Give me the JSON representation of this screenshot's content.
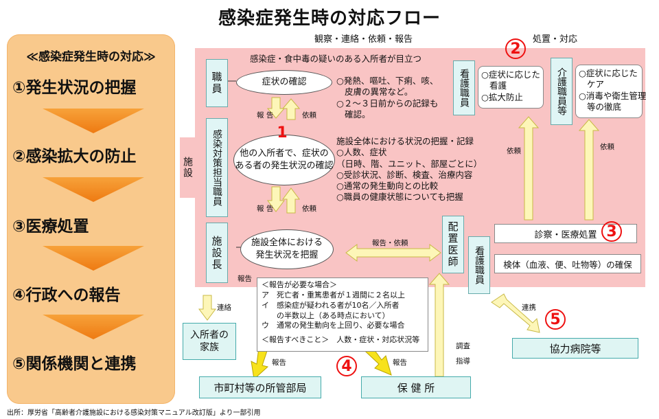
{
  "title": "感染症発生時の対応フロー",
  "side_panel": {
    "heading": "≪感染症発生時の対応≫",
    "steps": [
      "①発生状況の把握",
      "②感染拡大の防止",
      "③医療処置",
      "④行政への報告",
      "⑤関係機関と連携"
    ]
  },
  "headers": {
    "observe": "観察・連絡・依頼・報告",
    "treat": "処置・対応"
  },
  "facility_label": "施設",
  "roles": {
    "staff": "職員",
    "infection_officer": "感染対策担当職員",
    "director": "施設長",
    "nurse": "看護職員",
    "care_worker": "介護職員等",
    "doctor": "配置医師",
    "nurse2": "看護職員"
  },
  "flow": {
    "suspect_top": "感染症・食中毒の疑いのある入所者が目立つ",
    "confirm_symptoms": "症状の確認",
    "symptoms_notes": [
      "○発熱、嘔吐、下痢、咳、",
      "皮膚の異常など。",
      "○２～３日前からの記録も",
      "確認。"
    ],
    "others_check": [
      "他の入所者で、症状の",
      "ある者の発生状況の確認"
    ],
    "facility_wide_title": "施設全体における状況の把握・記録",
    "facility_wide_items": [
      "○人数、症状",
      "（日時、階、ユニット、部屋ごとに）",
      "○受診状況、診断、検査、治療内容",
      "○通常の発生動向との比較",
      "○職員の健康状態についても把握"
    ],
    "grasp_all": [
      "施設全体における",
      "発生状況を把握"
    ],
    "nurse_actions": [
      "○症状に応じた",
      "看護",
      "○拡大防止"
    ],
    "care_actions": [
      "○症状に応じた",
      "ケア",
      "○消毒や衛生管理",
      "等の徹底"
    ],
    "diagnosis": "診察・医療処置",
    "specimen": "検体（血液、便、吐物等）の確保"
  },
  "conditions": {
    "heading": "＜報告が必要な場合＞",
    "items": [
      "ア　死亡者・重篤患者が１週間に２名以上",
      "イ　感染症が疑われる者が10名／入所者",
      "の半数以上（ある時点において）",
      "ウ　通常の発生動向を上回り、必要な場合"
    ],
    "should_report": "＜報告すべきこと＞　人数・症状・対応状況等"
  },
  "external": {
    "family": [
      "入所者の",
      "家族"
    ],
    "municipality": "市町村等の所管部局",
    "health_center": "保 健 所",
    "hospital": "協力病院等"
  },
  "labels": {
    "report": "報告",
    "report_spaced": "報 告",
    "request": "依頼",
    "report_request": "報告・依頼",
    "contact": "連絡",
    "cooperate": "連携",
    "survey": "調査",
    "guidance": "指導"
  },
  "numbers": [
    "1",
    "2",
    "3",
    "4",
    "5"
  ],
  "source": "出所：厚労省「高齢者介護施設における感染対策マニュアル改訂版」より一部引用"
}
